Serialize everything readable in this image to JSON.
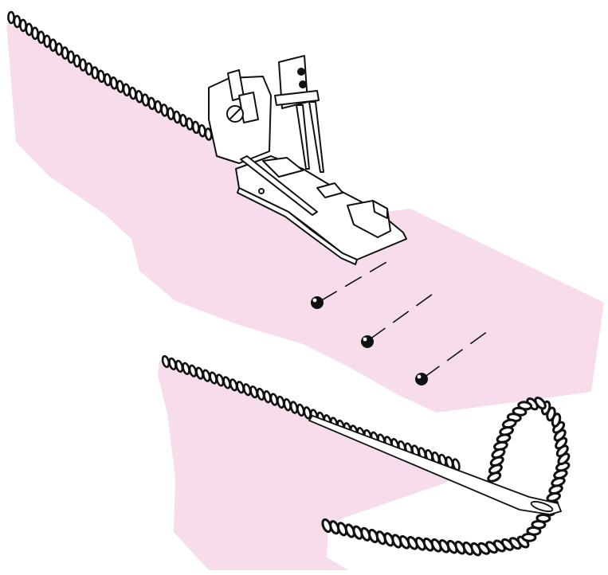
{
  "figure": {
    "kind": "sewing-illustration",
    "fabric_color": "#f7dcec",
    "outline_color": "#111111",
    "pins": 3,
    "chains": [
      "top-edge-chain",
      "bottom-edge-chain",
      "thread-loop-chain"
    ]
  }
}
